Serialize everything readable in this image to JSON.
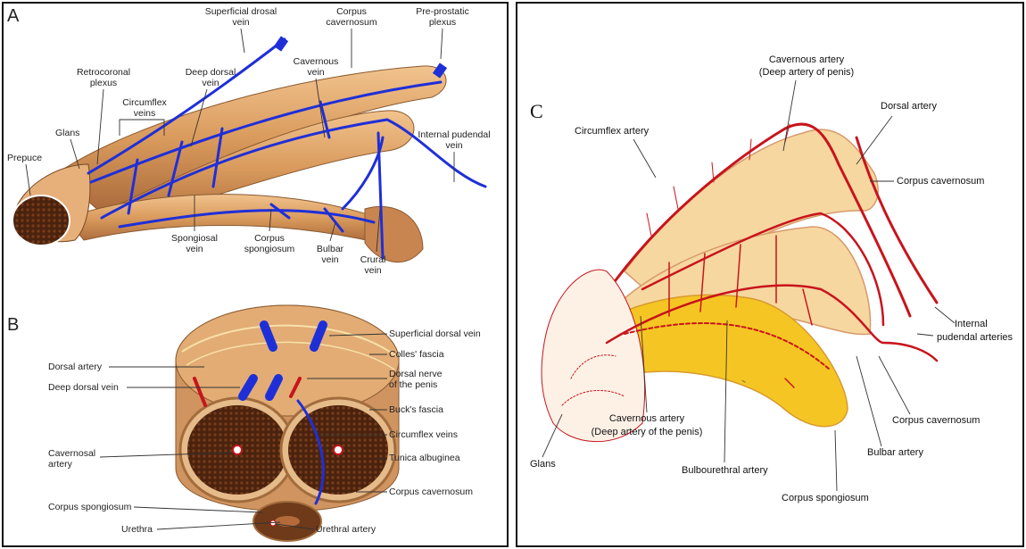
{
  "panel_a": {
    "letter": "A",
    "labels": {
      "superficial_dorsal_vein": [
        "Superficial drosal",
        "vein"
      ],
      "corpus_cavernosum": [
        "Corpus",
        "cavernosum"
      ],
      "pre_prostatic_plexus": [
        "Pre-prostatic",
        "plexus"
      ],
      "retrocoronal_plexus": [
        "Retrocoronal",
        "plexus"
      ],
      "deep_dorsal_vein": [
        "Deep dorsal",
        "vein"
      ],
      "cavernous_vein": [
        "Cavernous",
        "vein"
      ],
      "circumflex_veins": [
        "Circumflex",
        "veins"
      ],
      "glans": "Glans",
      "internal_pudendal_vein": [
        "Internal pudendal",
        "vein"
      ],
      "prepuce": "Prepuce",
      "spongiosal_vein": [
        "Spongiosal",
        "vein"
      ],
      "corpus_spongiosum": [
        "Corpus",
        "spongiosum"
      ],
      "bulbar_vein": [
        "Bulbar",
        "vein"
      ],
      "crural_vein": [
        "Crural",
        "vein"
      ]
    }
  },
  "panel_b": {
    "letter": "B",
    "labels": {
      "superficial_dorsal_vein": "Superficial dorsal vein",
      "colles_fascia": "Colles' fascia",
      "dorsal_artery": "Dorsal artery",
      "dorsal_nerve": [
        "Dorsal nerve",
        "of the penis"
      ],
      "deep_dorsal_vein": "Deep dorsal vein",
      "bucks_fascia": "Buck's fascia",
      "circumflex_veins": "Circumflex veins",
      "cavernosal_artery": [
        "Cavernosal",
        "artery"
      ],
      "tunica_albuginea": "Tunica albuginea",
      "corpus_cavernosum": "Corpus cavernosum",
      "corpus_spongiosum": "Corpus spongiosum",
      "urethra": "Urethra",
      "urethral_artery": "Urethral artery"
    }
  },
  "panel_c": {
    "letter": "C",
    "labels": {
      "cavernous_artery_top": [
        "Cavernous artery",
        "(Deep artery of penis)"
      ],
      "dorsal_artery": "Dorsal artery",
      "circumflex_artery": "Circumflex artery",
      "corpus_cavernosum_top": "Corpus cavernosum",
      "internal_pudendal_arteries": [
        "Internal",
        "pudendal arteries"
      ],
      "corpus_cavernosum_bottom": "Corpus cavernosum",
      "cavernous_artery_bottom": [
        "Cavernous artery",
        "(Deep artery of the penis)"
      ],
      "bulbar_artery": "Bulbar artery",
      "glans": "Glans",
      "bulbourethral_artery": "Bulbourethral artery",
      "corpus_spongiosum": "Corpus spongiosum"
    }
  },
  "colors": {
    "vein": "#1f2fd8",
    "artery": "#c8141c",
    "tissue": "#d9a06a",
    "tissue_light": "#f7d9a8",
    "spongiosum_yellow": "#f5c623"
  }
}
